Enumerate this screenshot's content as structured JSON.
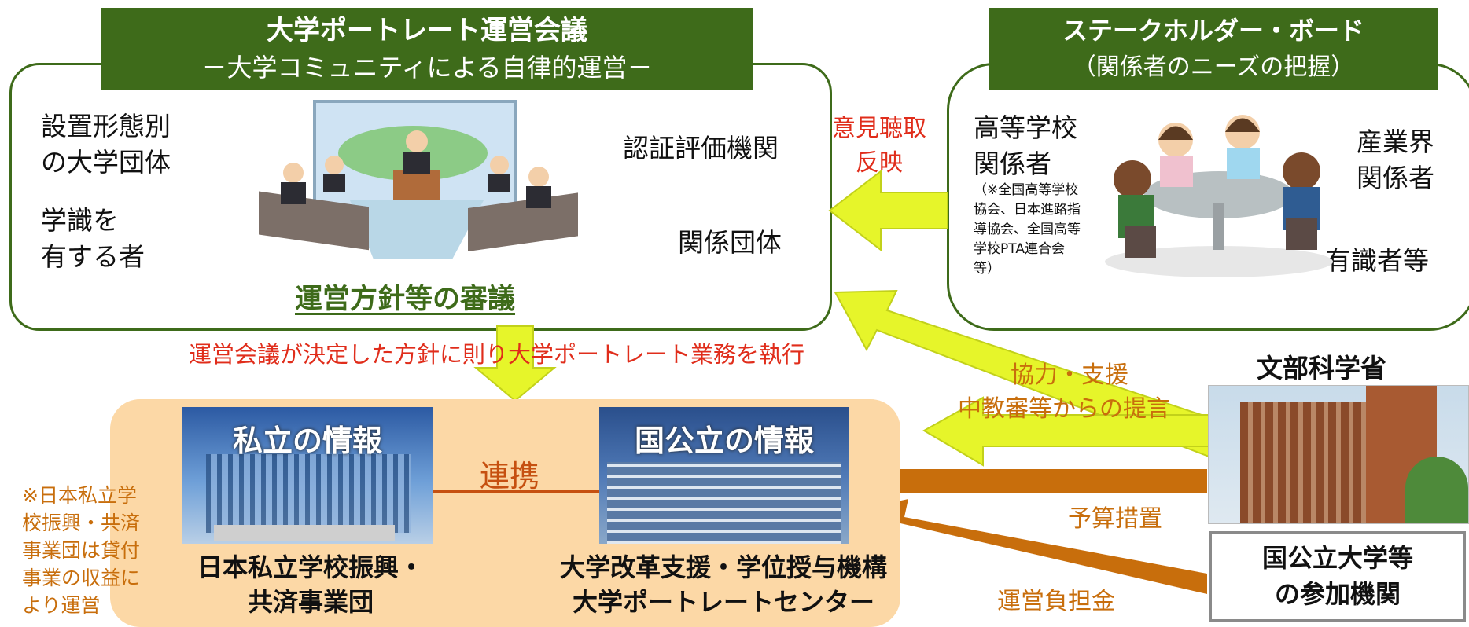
{
  "council": {
    "title": "大学ポートレート運営会議",
    "subtitle": "－大学コミュニティによる自律的運営－",
    "left_item1": "設置形態別\nの大学団体",
    "left_item2": "学識を\n有する者",
    "right_item1": "認証評価機関",
    "right_item2": "関係団体",
    "deliberation": "運営方針等の審議"
  },
  "stakeholder": {
    "title": "ステークホルダー・ボード",
    "subtitle": "（関係者のニーズの把握）",
    "highschool": "高等学校\n関係者",
    "highschool_note": "（※全国高等学校\n協会、日本進路指\n導協会、全国高等\n学校PTA連合会\n等）",
    "industry": "産業界\n関係者",
    "experts": "有識者等"
  },
  "arrows": {
    "opinion": "意見聴取\n反映",
    "execute": "運営会議が決定した方針に則り大学ポートレート業務を執行",
    "cooperation": "協力・支援",
    "proposal": "中教審等からの提言",
    "budget": "予算措置",
    "fee": "運営負担金",
    "link": "連携"
  },
  "centers": {
    "private_photo_label": "私立の情報",
    "private_name": "日本私立学校振興・\n共済事業団",
    "public_photo_label": "国公立の情報",
    "public_name": "大学改革支援・学位授与機構\n大学ポートレートセンター",
    "note": "※日本私立学\n校振興・共済\n事業団は貸付\n事業の収益に\nより運営"
  },
  "ministry": {
    "name": "文部科学省",
    "participants": "国公立大学等\nの参加機関"
  },
  "colors": {
    "green": "#3e6b1a",
    "lime_arrow": "#e6f52a",
    "orange_arrow": "#c86e0c",
    "red_text": "#e02d1b",
    "peach_bg": "#fcd8a6"
  }
}
